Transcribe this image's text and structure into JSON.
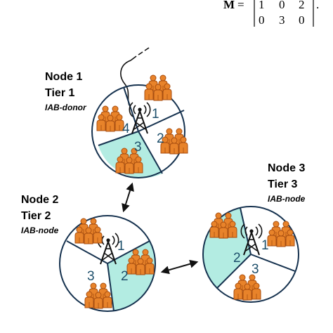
{
  "matrix": {
    "symbol": "M",
    "equals": "=",
    "rows": [
      [
        "1",
        "0",
        "2"
      ],
      [
        "0",
        "3",
        "0"
      ]
    ],
    "terminator": "."
  },
  "colors": {
    "teal_sector": "#b3ece2",
    "outline": "#16324f",
    "sector_number": "#1e4f6b",
    "user_group": "#e8832a"
  },
  "nodes": [
    {
      "name": "Node 1",
      "tier": "Tier 1",
      "role": "IAB-donor",
      "sectors": [
        "1",
        "2",
        "3",
        "4"
      ],
      "teal_sector": "3"
    },
    {
      "name": "Node 2",
      "tier": "Tier 2",
      "role": "IAB-node",
      "sectors": [
        "1",
        "2",
        "3"
      ],
      "teal_sector": "2"
    },
    {
      "name": "Node 3",
      "tier": "Tier 3",
      "role": "IAB-node",
      "sectors": [
        "1",
        "2",
        "3"
      ],
      "teal_sector": "2"
    }
  ],
  "icons": {
    "tower": "radio-tower-icon",
    "users": "user-group-icon",
    "link": "double-arrow-icon",
    "fiber": "fiber-backhaul-icon"
  }
}
